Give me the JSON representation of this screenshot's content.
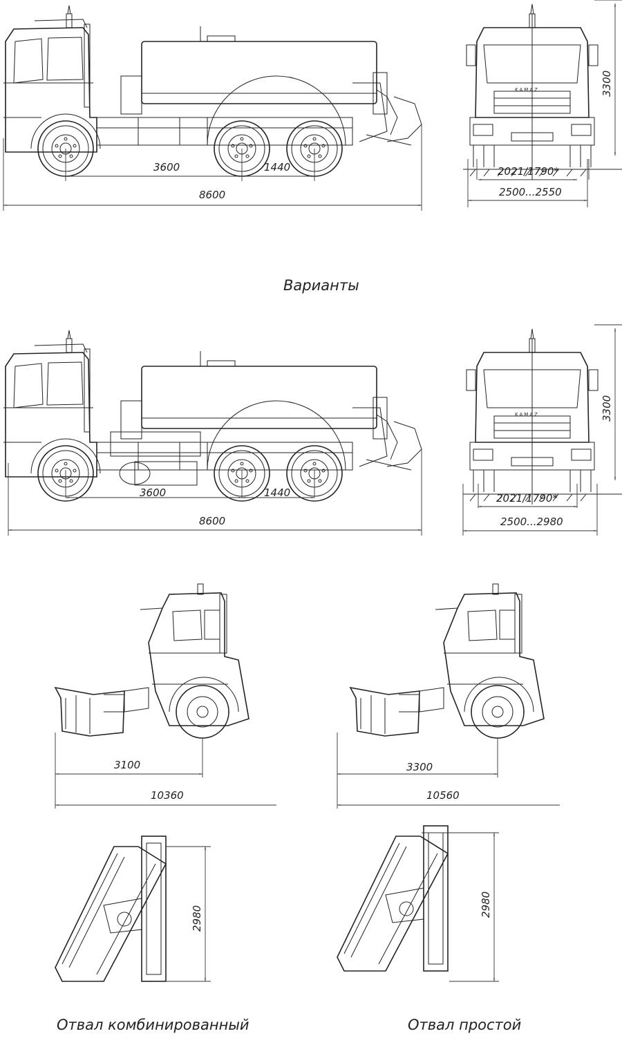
{
  "title": "Варианты",
  "views": {
    "top": {
      "wheelbase": "3600",
      "bogie": "1440",
      "length": "8600",
      "height": "3300",
      "track": "2021/1790*",
      "width": "2500...2550",
      "logo": "KAMAZ"
    },
    "variant": {
      "wheelbase": "3600",
      "bogie": "1440",
      "length": "8600",
      "height": "3300",
      "track": "2021/1790*",
      "width": "2500...2980",
      "logo": "KAMAZ"
    },
    "plow_combined": {
      "front_overhang": "3100",
      "length": "10360",
      "blade_width": "2980",
      "caption": "Отвал комбинированный"
    },
    "plow_simple": {
      "front_overhang": "3300",
      "length": "10560",
      "blade_width": "2980",
      "caption": "Отвал простой"
    }
  }
}
